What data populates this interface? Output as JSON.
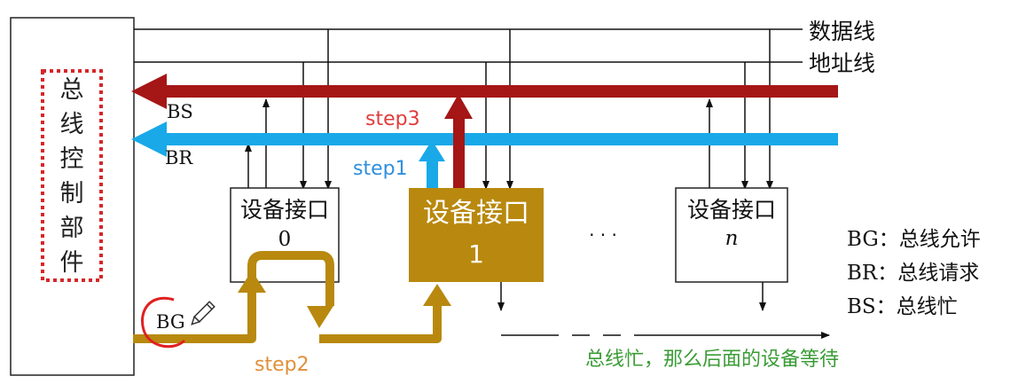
{
  "controller": {
    "label_chars": [
      "总",
      "线",
      "控",
      "制",
      "部",
      "件"
    ]
  },
  "bus_lines": {
    "data": "数据线",
    "address": "地址线"
  },
  "signals": {
    "bs": "BS",
    "br": "BR",
    "bg": "BG"
  },
  "devices": [
    {
      "title": "设备接口",
      "index": "0"
    },
    {
      "title": "设备接口",
      "index": "1"
    },
    {
      "title": "设备接口",
      "index": "n"
    }
  ],
  "ellipsis": "· · ·",
  "steps": {
    "step1": "step1",
    "step2": "step2",
    "step3": "step3"
  },
  "legend": [
    "BG：总线允许",
    "BR：总线请求",
    "BS：总线忙"
  ],
  "note": "总线忙，那么后面的设备等待",
  "colors": {
    "bs_arrow": "#a51616",
    "br_arrow": "#19a9e8",
    "bg_arrow": "#b8890e",
    "highlight_device": "#b8890e",
    "controller_border": "#d6262a",
    "step1": "#2f8fdc",
    "step2": "#e0903a",
    "step3": "#e23b3b",
    "note": "#3a9c35",
    "annotation": "#e02020"
  },
  "icons": [
    "pencil-icon"
  ]
}
